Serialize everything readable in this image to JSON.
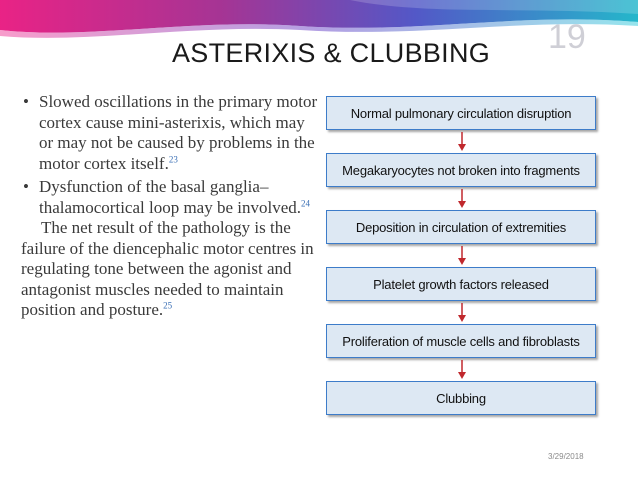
{
  "slide": {
    "title": "ASTERIXIS & CLUBBING",
    "number": "19",
    "date": "3/29/2018"
  },
  "text": {
    "bullets": [
      {
        "text": "Slowed oscillations in the primary motor cortex cause mini-asterixis, which may or may not be caused by problems in the motor cortex itself.",
        "ref": "23"
      },
      {
        "text": "Dysfunction of the basal ganglia–thalamocortical loop may be involved.",
        "ref": "24"
      }
    ],
    "paragraph": {
      "text": "The net result of the pathology is the failure of the diencephalic motor centres in regulating tone between the agonist and antagonist muscles needed to maintain position and posture.",
      "ref": "25"
    }
  },
  "flowchart": {
    "steps": [
      "Normal pulmonary circulation disruption",
      "Megakaryocytes not broken into fragments",
      "Deposition in circulation of extremities",
      "Platelet growth factors released",
      "Proliferation of muscle cells and fibroblasts",
      "Clubbing"
    ],
    "box_fill": "#dde8f3",
    "box_border": "#3d7cc9",
    "arrow_color": "#c0282d"
  },
  "colors": {
    "banner": [
      "#e8177f",
      "#7b2a8f",
      "#2f6fd4",
      "#19b3c8"
    ]
  }
}
